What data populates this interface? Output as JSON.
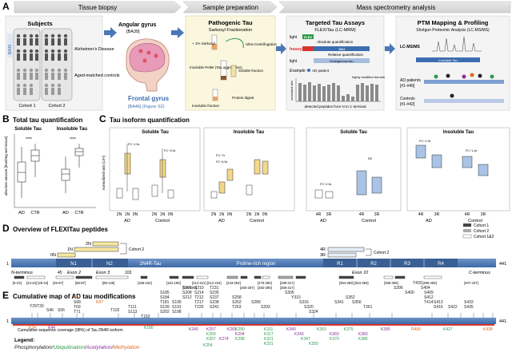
{
  "panelA": {
    "letter": "A",
    "headers": [
      "Tissue biopsy",
      "Sample preparation",
      "Mass spectrometry analysis"
    ],
    "subjects": {
      "title": "Subjects",
      "ba": "BA46",
      "ad": "Alzheimer's Disease",
      "controls": "Aged-matched controls",
      "cohort1": "Cohort 1",
      "cohort2": "Cohort 2"
    },
    "brain": {
      "angular": "Angular gyrus",
      "angular_ba": "[BA39]",
      "frontal": "Frontal gyrus",
      "frontal_ba": "[BA46] (Figure S2)"
    },
    "prep": {
      "title": "Pathogenic Tau",
      "subtitle": "Sarkosyl Fractionation",
      "sarkosyl": "+ 1% Sarkosyl",
      "ultra": "Ultra-Centrifugation",
      "insol_pellet": "Insoluble Pellet (Tau aggregates)",
      "sol_fraction": "Soluble fraction",
      "insol_fraction": "Insoluble fraction",
      "digest": "Protein digest"
    },
    "targeted": {
      "title": "Targeted Tau Assays",
      "subtitle": "FLEXITau (LC-MRM)",
      "light": "light",
      "heavy": "heavy",
      "flex": "FLEX",
      "tau": "TAU",
      "abs": "Absolute quantification",
      "rel": "Relative quantification",
      "endo": "Endogenous tau",
      "example": "Example:",
      "patient": "AD patient",
      "modified": "highly modified domain",
      "ylabel": "normalized ratio",
      "xlabel": "detected peptides from N to C terminal"
    },
    "ptm": {
      "title": "PTM Mapping & Profiling",
      "subtitle": "Shotgun Proteomic Analysis (LC-MS/MS)",
      "lcms": "LC-MS/MS",
      "ad": "AD patients",
      "ad_range": "[#1-#49]",
      "ctrl": "Controls",
      "ctrl_range": "[#1-#42]",
      "insol": "Insoluble Tau"
    }
  },
  "panelB": {
    "letter": "B",
    "title": "Total tau quantification",
    "ylabel": "absolute amount [fmol/mg wet tissue]",
    "subtitles": [
      "Soluble Tau",
      "Insoluble Tau"
    ],
    "stars": "****"
  },
  "panelC": {
    "letter": "C",
    "title": "Tau isoform quantification",
    "ylabel": "normalized ratio [L/H]",
    "subtitles": [
      "Soluble Tau",
      "Insoluble Tau",
      "Soluble Tau",
      "Insoluble Tau"
    ],
    "groups": [
      "AD",
      "Control"
    ],
    "ticks1": [
      "2N",
      "1N",
      "0N"
    ],
    "ticks2": [
      "4R",
      "3R"
    ],
    "notes": [
      "FC~1.5x",
      "FC~3.5x",
      "FC~7x",
      "FC~6.5x",
      "FC~1.5x",
      "FC~1.4x",
      "FC~2.5x",
      "ns"
    ]
  },
  "panelD": {
    "letter": "D",
    "title": "Overview of FLEXITau peptides",
    "legend": [
      "Cohort 1",
      "Cohort 2",
      "Cohort 1&2"
    ],
    "domains": [
      "N1",
      "N2",
      "2N4R-Tau",
      "Proline-rich region",
      "R1",
      "R2",
      "R3",
      "R4"
    ],
    "isoforms": [
      "2N",
      "1N",
      "0N",
      "4R",
      "3R"
    ],
    "cohort_labels": [
      "Cohort 2",
      "Cohort 2"
    ],
    "exons": [
      "Exon 2",
      "Exon 3",
      "Exon 10"
    ],
    "nterm": "N-terminus",
    "cterm": "C-terminus",
    "start": "1",
    "end": "441",
    "numbers": [
      "45",
      "103"
    ],
    "ranges": [
      "[6-23]",
      "[24-44] [25-44]",
      "[45-67]",
      "[68-87]",
      "[88-126]",
      "[156-162]",
      "[181-190]",
      "[195-209]",
      "[212-221] [212-224]",
      "[243-254]",
      "[260-267]",
      "[275-280]",
      "[282-290]",
      "[299-317]",
      "[306-317]",
      "[354-369] [354-363]",
      "[386-395]",
      "[396-406]",
      "[407-437]"
    ]
  },
  "panelE": {
    "letter": "E",
    "title": "Cumulative map of AD tau modifications",
    "coverage": "Cumulative sequence coverage (98%) of Tau 2N4R isoform",
    "legend_title": "Legend:",
    "legend_items": [
      "Phosphorylation",
      "Ubiquitination",
      "Acetylation",
      "Methylation"
    ],
    "colors": {
      "phos": "#222222",
      "ubi": "#2e9a4a",
      "acet": "#8a2f9a",
      "meth": "#e06a1e"
    },
    "start": "1",
    "end": "441",
    "top_sites": [
      "Y29",
      "T30",
      "S46",
      "S56",
      "K67",
      "S68",
      "T69",
      "T71",
      "T102",
      "T111",
      "T153",
      "K87",
      "S113",
      "T181",
      "S184",
      "S185",
      "S191",
      "S195",
      "S198",
      "S199",
      "S202",
      "T205",
      "S208",
      "S210",
      "S212",
      "S214",
      "T212",
      "T217",
      "T220",
      "T231",
      "S235",
      "S237",
      "S238",
      "S241",
      "S258",
      "S262",
      "T263",
      "S289",
      "S293",
      "S305",
      "Y310",
      "S316",
      "S320",
      "S324",
      "S341",
      "S352",
      "S356",
      "T361",
      "S396",
      "S400",
      "T403",
      "S404",
      "S409",
      "S412",
      "S413",
      "S416",
      "T414",
      "S422",
      "S433",
      "S435",
      "K438"
    ],
    "bottom_sites": [
      "K24",
      "K44",
      "K180",
      "K240",
      "K254",
      "K257",
      "K259",
      "K267",
      "K274",
      "K281",
      "K290",
      "K294",
      "K298",
      "K311",
      "K317",
      "K321",
      "K331",
      "K340",
      "K343",
      "K347",
      "K350",
      "K353",
      "K369",
      "K370",
      "K375",
      "K383",
      "K385",
      "K395",
      "R406",
      "K427",
      "K438"
    ]
  }
}
